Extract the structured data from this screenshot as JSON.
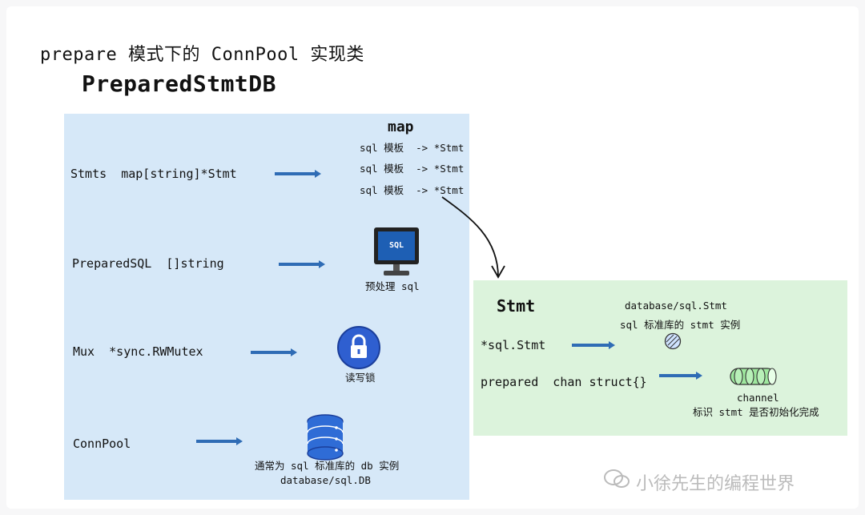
{
  "title": {
    "line1": "prepare 模式下的 ConnPool 实现类",
    "line2": "PreparedStmtDB"
  },
  "fields": [
    {
      "name": "Stmts",
      "label": "Stmts  map[string]*Stmt"
    },
    {
      "name": "PreparedSQL",
      "label": "PreparedSQL  []string"
    },
    {
      "name": "Mux",
      "label": "Mux  *sync.RWMutex"
    },
    {
      "name": "ConnPool",
      "label": "ConnPool"
    }
  ],
  "map": {
    "title": "map",
    "rows": [
      "sql 模板  -> *Stmt",
      "sql 模板  -> *Stmt",
      "sql 模板  -> *Stmt"
    ]
  },
  "sql_monitor": {
    "screen_text": "SQL",
    "caption": "预处理 sql",
    "icon": "monitor-sql-icon"
  },
  "lock": {
    "caption": "读写锁",
    "icon": "lock-icon"
  },
  "db": {
    "caption_line1": "通常为 sql 标准库的 db 实例",
    "caption_line2": "database/sql.DB",
    "icon": "database-icon"
  },
  "stmt": {
    "title": "Stmt",
    "field1": "*sql.Stmt",
    "field2": "prepared  chan struct{}",
    "note_line1": "database/sql.Stmt",
    "note_line2": "sql 标准库的 stmt 实例",
    "channel_label": "channel",
    "channel_caption": "标识 stmt 是否初始化完成"
  },
  "watermark": {
    "text": "小徐先生的编程世界",
    "icon": "wechat-icon"
  },
  "colors": {
    "blue_panel": "#d6e8f8",
    "green_panel": "#dcf3dc",
    "arrow": "#2f6cb5",
    "monitor_screen": "#1e5fb4",
    "lock": "#2f5fd0",
    "database": "#2f6cd6",
    "channel": "#9ee79e"
  }
}
